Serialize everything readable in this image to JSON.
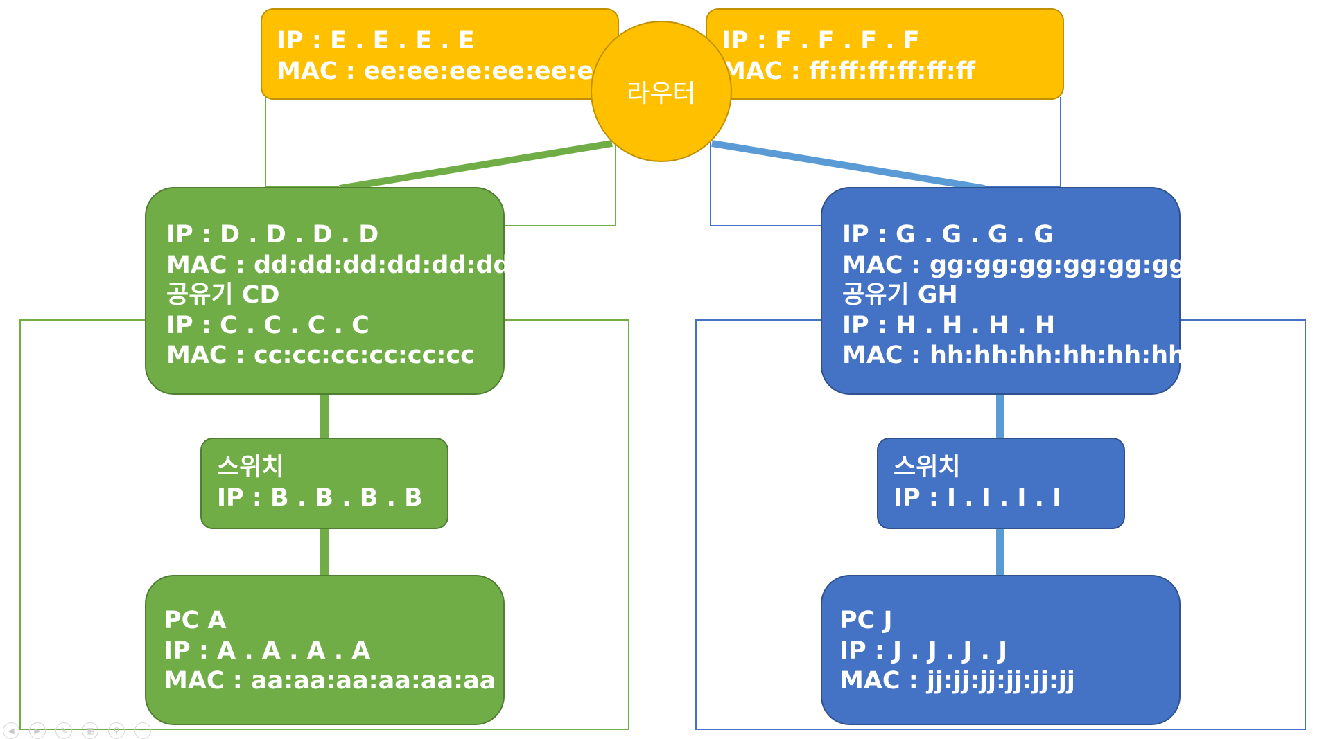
{
  "router": {
    "label": "라우터"
  },
  "router_port_left": {
    "lines": [
      "IP : E . E . E . E",
      "MAC : ee:ee:ee:ee:ee:ee"
    ]
  },
  "router_port_right": {
    "lines": [
      "IP : F . F . F . F",
      "MAC : ff:ff:ff:ff:ff:ff"
    ]
  },
  "left": {
    "gateway": {
      "lines": [
        "IP : D . D . D . D",
        "MAC : dd:dd:dd:dd:dd:dd",
        "공유기 CD",
        "IP : C . C . C . C",
        "MAC : cc:cc:cc:cc:cc:cc"
      ]
    },
    "switch": {
      "lines": [
        "스위치",
        "IP : B . B . B . B"
      ]
    },
    "pc": {
      "lines": [
        "PC A",
        "IP : A . A . A . A",
        "MAC : aa:aa:aa:aa:aa:aa"
      ]
    }
  },
  "right": {
    "gateway": {
      "lines": [
        "IP : G . G . G . G",
        "MAC : gg:gg:gg:gg:gg:gg",
        "공유기 GH",
        "IP : H . H . H . H",
        "MAC : hh:hh:hh:hh:hh:hh"
      ]
    },
    "switch": {
      "lines": [
        "스위치",
        "IP : I . I . I . I"
      ]
    },
    "pc": {
      "lines": [
        "PC J",
        "IP : J . J . J . J",
        "MAC : jj:jj:jj:jj:jj:jj"
      ]
    }
  },
  "colors": {
    "router": "#ffc000",
    "left_network": "#70ad47",
    "right_network": "#4472c4",
    "right_link": "#5b9bd5",
    "text": "#ffffff"
  },
  "toolbar_icons": [
    "prev-icon",
    "next-icon",
    "pen-icon",
    "slides-icon",
    "zoom-icon",
    "more-icon"
  ]
}
